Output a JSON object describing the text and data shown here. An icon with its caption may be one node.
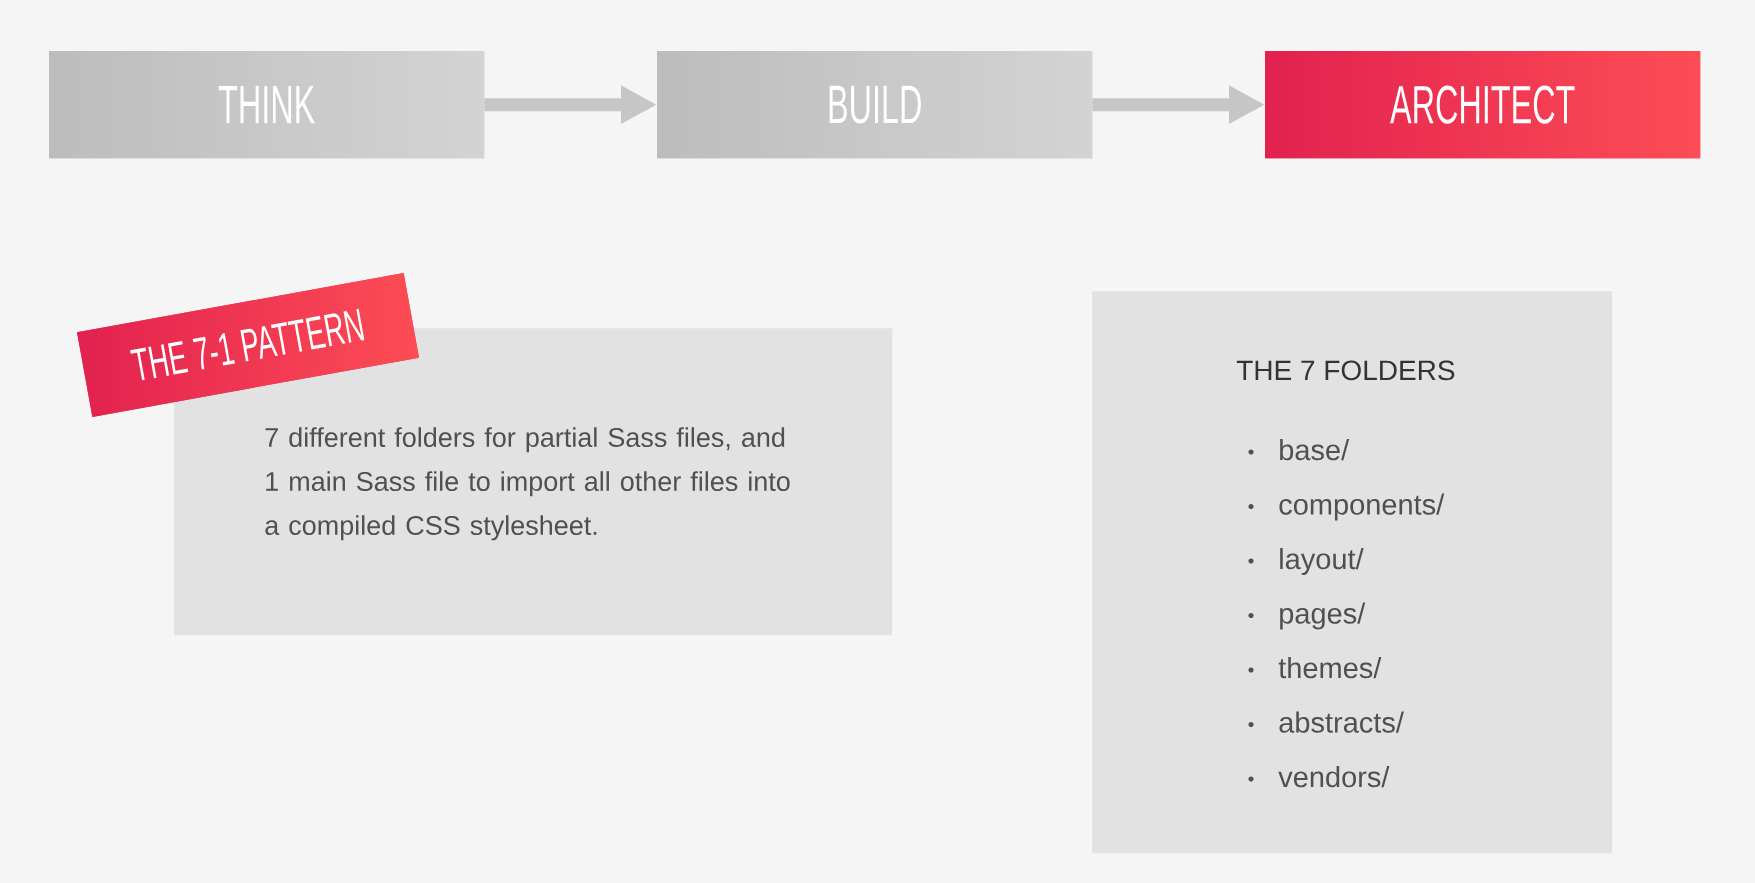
{
  "diagram": {
    "nodes": [
      {
        "text": [
          "THINK"
        ]
      },
      {
        "text": [
          "BUILD"
        ]
      },
      {
        "text": [
          "ARCHITECT"
        ]
      },
      {
        "text": [
          "THE 7-1 PATTERN"
        ]
      },
      {
        "text": [
          "7 different folders for partial Sass files, and 1 main Sass file to import all other files into a compiled CSS stylesheet."
        ]
      },
      {
        "text": [
          "THE 7 FOLDERS",
          "base/",
          "components/",
          "layout/",
          "pages/",
          "themes/",
          "abstracts/",
          "vendors/"
        ]
      }
    ],
    "edges": [
      {
        "from": 0,
        "to": 1,
        "arrow": "to"
      },
      {
        "from": 1,
        "to": 2,
        "arrow": "to"
      }
    ]
  }
}
